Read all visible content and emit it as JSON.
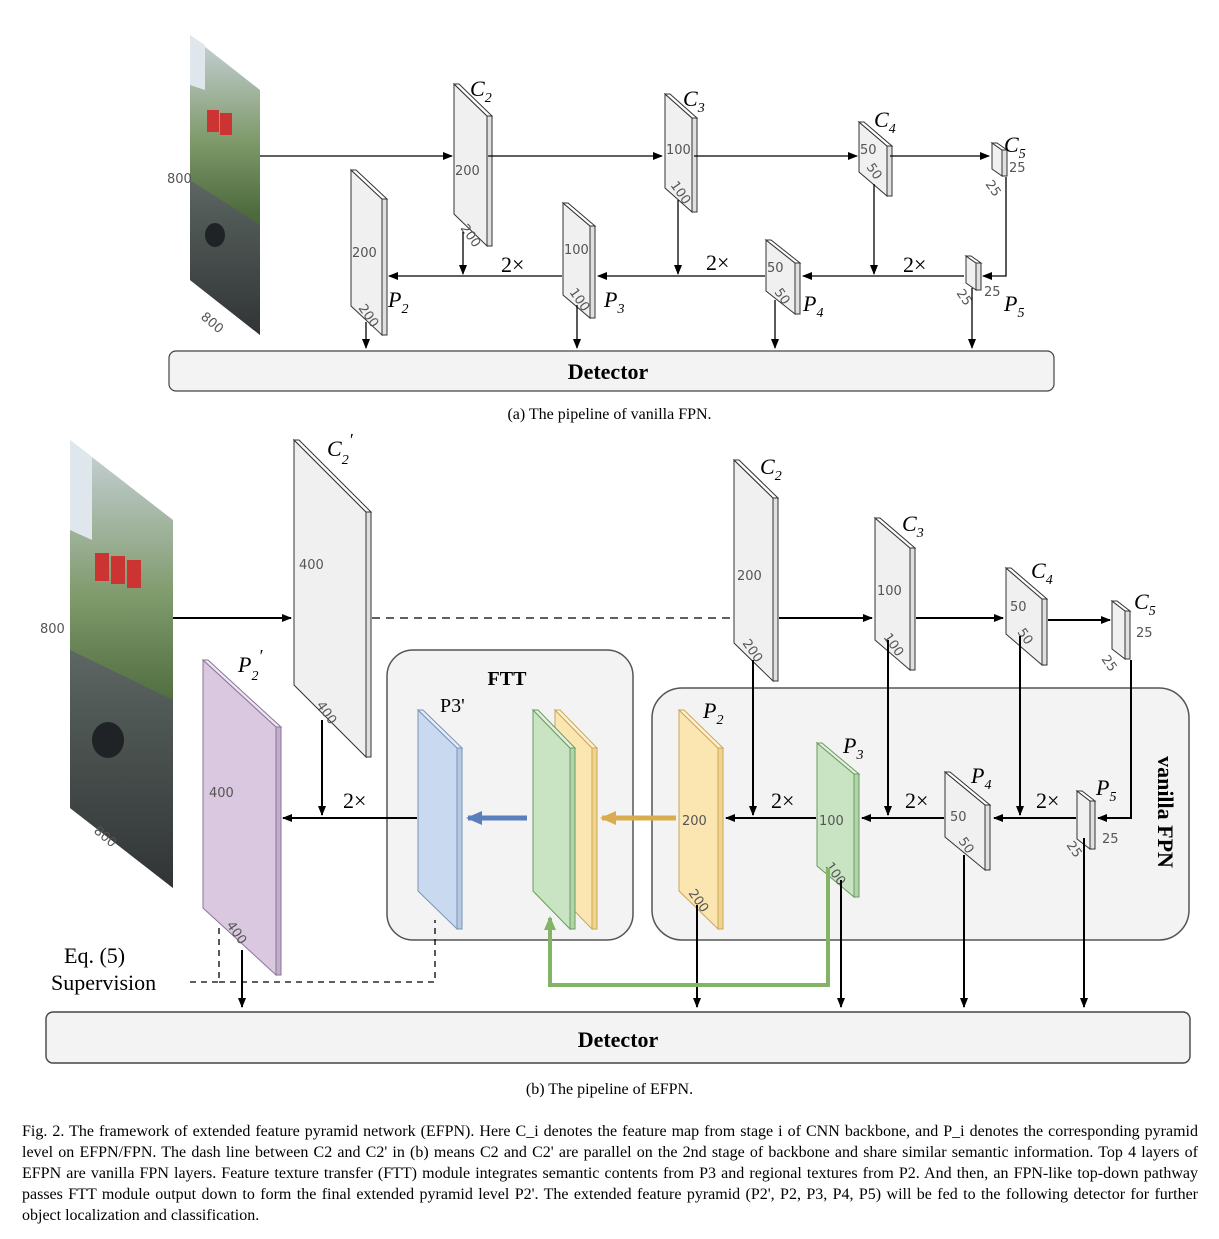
{
  "panel_a": {
    "caption": "(a) The pipeline of vanilla FPN.",
    "image_height_label": "800",
    "image_width_label": "800",
    "detector_label": "Detector",
    "upsample_label": "2×",
    "backbone": [
      {
        "name": "C2",
        "dim_h": "200",
        "dim_w": "200"
      },
      {
        "name": "C3",
        "dim_h": "100",
        "dim_w": "100"
      },
      {
        "name": "C4",
        "dim_h": "50",
        "dim_w": "50"
      },
      {
        "name": "C5",
        "dim_h": "25",
        "dim_w": "25"
      }
    ],
    "pyramid": [
      {
        "name": "P2",
        "dim_h": "200",
        "dim_w": "200"
      },
      {
        "name": "P3",
        "dim_h": "100",
        "dim_w": "100"
      },
      {
        "name": "P4",
        "dim_h": "50",
        "dim_w": "50"
      },
      {
        "name": "P5",
        "dim_h": "25",
        "dim_w": "25"
      }
    ]
  },
  "panel_b": {
    "caption": "(b) The pipeline of EFPN.",
    "image_height_label": "800",
    "image_width_label": "800",
    "detector_label": "Detector",
    "upsample_label": "2×",
    "c2_prime": {
      "name": "C2'",
      "dim_h": "400",
      "dim_w": "400"
    },
    "p2_prime": {
      "name": "P2'",
      "dim_h": "400",
      "dim_w": "400"
    },
    "ftt_label": "FTT",
    "p3_prime_label": "P3'",
    "vanilla_fpn_label": "vanilla FPN",
    "eq_label": "Eq. (5)",
    "supervision_label": "Supervision",
    "backbone": [
      {
        "name": "C2",
        "dim_h": "200",
        "dim_w": "200"
      },
      {
        "name": "C3",
        "dim_h": "100",
        "dim_w": "100"
      },
      {
        "name": "C4",
        "dim_h": "50",
        "dim_w": "50"
      },
      {
        "name": "C5",
        "dim_h": "25",
        "dim_w": "25"
      }
    ],
    "pyramid": [
      {
        "name": "P2",
        "dim_h": "200",
        "dim_w": "200"
      },
      {
        "name": "P3",
        "dim_h": "100",
        "dim_w": "100"
      },
      {
        "name": "P4",
        "dim_h": "50",
        "dim_w": "50"
      },
      {
        "name": "P5",
        "dim_h": "25",
        "dim_w": "25"
      }
    ]
  },
  "colors": {
    "feature_gray": "#f0f0f0",
    "p2_prime_purple": "#d9c8e0",
    "p3_prime_blue": "#c9daf0",
    "p3_green": "#c9e4c3",
    "p2_yellow": "#fbe6b2",
    "ftt_arrow_blue": "#5b7fbd",
    "ftt_arrow_yellow": "#d9ad4f",
    "green_path": "#82b366",
    "box_fill": "#f3f3f3"
  },
  "caption": {
    "text": "Fig. 2.  The framework of extended feature pyramid network (EFPN). Here C_i denotes the feature map from stage i of CNN backbone, and P_i denotes the corresponding pyramid level on EFPN/FPN. The dash line between C2 and C2' in (b) means C2 and C2' are parallel on the 2nd stage of backbone and share similar semantic information. Top 4 layers of EFPN are vanilla FPN layers. Feature texture transfer (FTT) module integrates semantic contents from P3 and regional textures from P2. And then, an FPN-like top-down pathway passes FTT module output down to form the final extended pyramid level P2'. The extended feature pyramid (P2', P2, P3, P4, P5) will be fed to the following detector for further object localization and classification."
  }
}
